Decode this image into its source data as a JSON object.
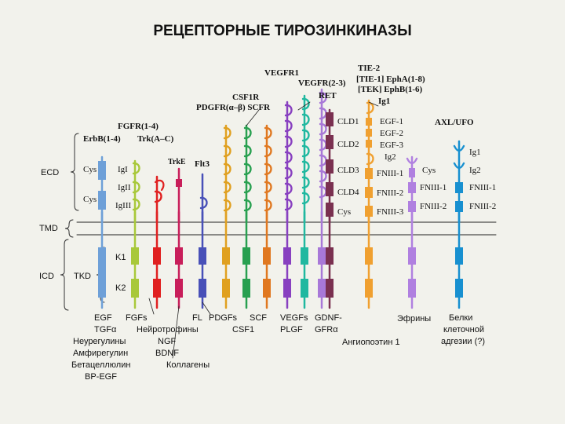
{
  "title": "РЕЦЕПТОРНЫЕ ТИРОЗИНКИНАЗЫ",
  "receptor_families": {
    "vegfr1": "VEGFR1",
    "vegfr23": "VEGFR(2-3)",
    "ret": "RET",
    "tie2": "TIE-2",
    "tie1_tek": "[TIE-1]  EphA(1-8)",
    "tek_ephb": "[TEK]   EphB(1-6)",
    "ig1_eph": "Ig1",
    "csf1r": "CSF1R",
    "pdgfr_scfr": "PDGFR(α–β) SCFR",
    "fgfr": "FGFR(1-4)",
    "erbb": "ErbB(1-4)",
    "trk": "Trk(A–C)",
    "trke": "TrkE",
    "flt3": "Flt3",
    "axl": "AXL/UFO"
  },
  "domain_labels": {
    "cys_1": "Cys",
    "cys_2": "Cys",
    "ig_i": "IgI",
    "ig_ii": "IgII",
    "ig_iii": "IgIII",
    "cld1": "CLD1",
    "cld2": "CLD2",
    "cld3": "CLD3",
    "cld4": "CLD4",
    "cys_ret": "Cys",
    "egf1": "EGF-1",
    "egf2": "EGF-2",
    "egf3": "EGF-3",
    "ig2_tie": "Ig2",
    "fn1": "FNIII-1",
    "fn2": "FNIII-2",
    "fn3": "FNIII-3",
    "cys_eph": "Cys",
    "ig1_axl": "Ig1",
    "ig2_axl": "Ig2",
    "fn1_eph": "FNIII-1",
    "fn2_eph": "FNIII-2",
    "fn1_axl": "FNIII-1",
    "fn2_axl": "FNIII-2"
  },
  "region_labels": {
    "ecd": "ECD",
    "tmd": "TMD",
    "icd": "ICD",
    "tkd": "TKD",
    "k1": "K1",
    "k2": "K2"
  },
  "ligands": {
    "egf": "EGF",
    "tgfa": "TGFα",
    "neuregulins": "Неурегулины",
    "amphiregulin": "Амфирегулин",
    "betacellulin": "Бетацеллюлин",
    "bp_egf": "BP-EGF",
    "fgfs": "FGFs",
    "neurotrophins": "Нейротрофины",
    "ngf": "NGF",
    "bdnf": "BDNF",
    "collagens": "Коллагены",
    "fl": "FL",
    "pdgfs": "PDGFs",
    "csf1": "CSF1",
    "scf": "SCF",
    "vegfs": "VEGFs",
    "plgf": "PLGF",
    "gdnf": "GDNF-",
    "gfra": "GFRα",
    "angiopoietin": "Ангиопоэтин 1",
    "ephrins": "Эфрины",
    "adhesion_1": "Белки",
    "adhesion_2": "клеточной",
    "adhesion_3": "адгезии (?)"
  },
  "colors": {
    "background": "#f2f2ec",
    "erbb": "#6ea0d8",
    "fgfr": "#a8c83a",
    "trk": "#e02020",
    "trke": "#c81e5a",
    "flt3": "#4850b8",
    "pdgfr": "#e0a020",
    "csf1r": "#e07820",
    "scfr": "#28a050",
    "vegfr1": "#8840c0",
    "vegfr23": "#20b8a0",
    "vegfr_extra": "#a878d8",
    "ret": "#7a3050",
    "tie": "#f0a030",
    "eph": "#b080e0",
    "axl": "#1890d0"
  }
}
